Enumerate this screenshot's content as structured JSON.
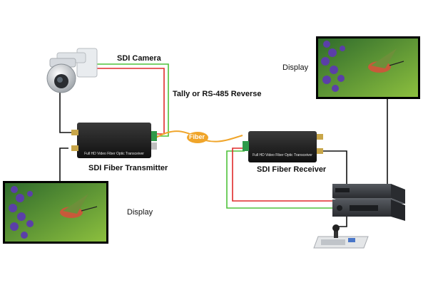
{
  "labels": {
    "sdi_camera": "SDI Camera",
    "tally": "Tally or RS-485 Reverse",
    "fiber": "Fiber",
    "transmitter": "SDI Fiber Transmitter",
    "receiver": "SDI Fiber Receiver",
    "display_top": "Display",
    "display_bottom": "Display",
    "transmitter_print": "Full HD Video Fiber Optic Transceiver",
    "receiver_print": "Full HD Video Fiber Optic Transceiver"
  },
  "colors": {
    "green_line": "#4ec23a",
    "red_line": "#e02a2a",
    "fiber": "#f0a52a",
    "device": "#1b1b1b",
    "rack": "#3a3d42"
  }
}
